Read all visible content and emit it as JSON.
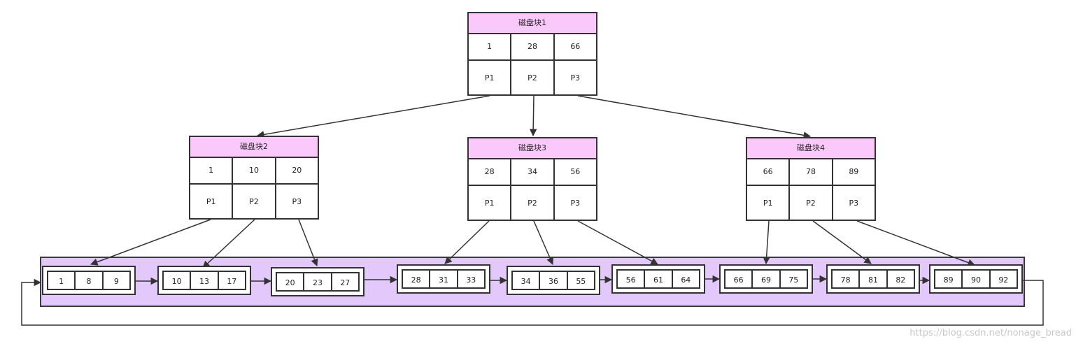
{
  "tree": {
    "root": {
      "title": "磁盘块1",
      "keys": [
        "1",
        "28",
        "66"
      ],
      "pointers": [
        "P1",
        "P2",
        "P3"
      ]
    },
    "internal": [
      {
        "title": "磁盘块2",
        "keys": [
          "1",
          "10",
          "20"
        ],
        "pointers": [
          "P1",
          "P2",
          "P3"
        ]
      },
      {
        "title": "磁盘块3",
        "keys": [
          "28",
          "34",
          "56"
        ],
        "pointers": [
          "P1",
          "P2",
          "P3"
        ]
      },
      {
        "title": "磁盘块4",
        "keys": [
          "66",
          "78",
          "89"
        ],
        "pointers": [
          "P1",
          "P2",
          "P3"
        ]
      }
    ],
    "leaves": [
      [
        "1",
        "8",
        "9"
      ],
      [
        "10",
        "13",
        "17"
      ],
      [
        "20",
        "23",
        "27"
      ],
      [
        "28",
        "31",
        "33"
      ],
      [
        "34",
        "36",
        "55"
      ],
      [
        "56",
        "61",
        "64"
      ],
      [
        "66",
        "69",
        "75"
      ],
      [
        "78",
        "81",
        "82"
      ],
      [
        "89",
        "90",
        "92"
      ]
    ]
  },
  "colors": {
    "node_header": "#fbc8fb",
    "leaf_band": "#e2c8fb",
    "border": "#333333",
    "watermark": "#c8c8c8"
  },
  "watermark": "https://blog.csdn.net/nonage_bread"
}
